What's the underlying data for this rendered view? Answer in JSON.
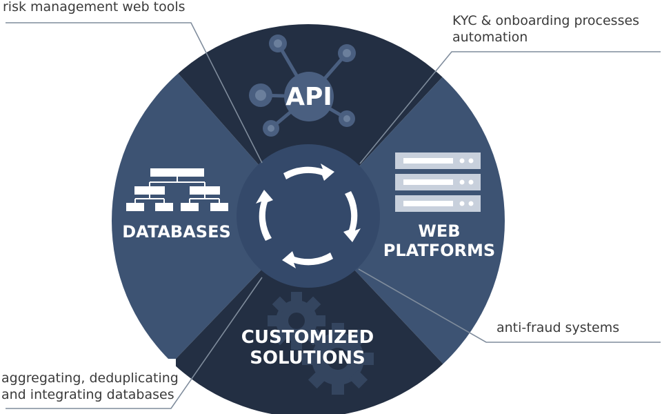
{
  "callouts": {
    "top_left": "risk management web tools",
    "top_right_line1": "KYC & onboarding processes",
    "top_right_line2": "automation",
    "right": "anti-fraud systems",
    "bottom_left_line1": "aggregating, deduplicating",
    "bottom_left_line2": "and integrating databases"
  },
  "segments": {
    "api": "API",
    "databases": "DATABASES",
    "web_line1": "WEB",
    "web_line2": "PLATFORMS",
    "custom_line1": "CUSTOMIZED",
    "custom_line2": "SOLUTIONS"
  },
  "colors": {
    "dark_segment": "#232f43",
    "light_segment": "#3d5373",
    "center": "#34496a",
    "line": "#7f8c9c"
  },
  "icons": [
    "network-icon",
    "sitemap-icon",
    "server-icon",
    "cycle-arrows-icon",
    "gears-icon"
  ]
}
